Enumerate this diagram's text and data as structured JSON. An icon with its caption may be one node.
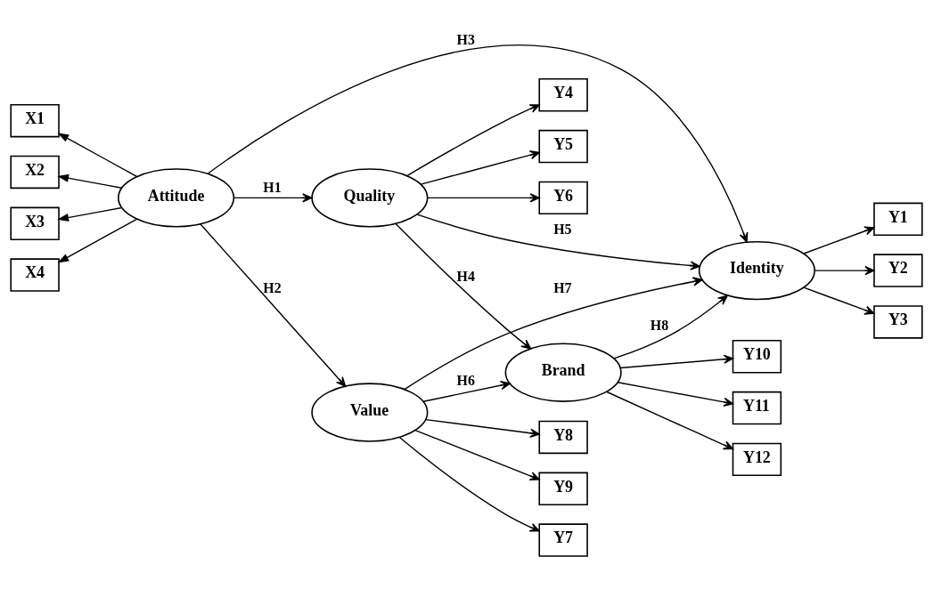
{
  "diagram": {
    "nodes": [
      {
        "text": [
          "Y4"
        ]
      },
      {
        "text": [
          "Y5"
        ]
      },
      {
        "text": [
          "Y6"
        ]
      },
      {
        "text": [
          "Y10"
        ]
      },
      {
        "text": [
          "Y11"
        ]
      },
      {
        "text": [
          "Y12"
        ]
      },
      {
        "text": [
          "Quality"
        ]
      },
      {
        "text": [
          "Brand"
        ]
      },
      {
        "text": [
          "X1"
        ]
      },
      {
        "text": [
          "X2"
        ]
      },
      {
        "text": [
          "X3"
        ]
      },
      {
        "text": [
          "X4"
        ]
      },
      {
        "text": [
          "Attitude"
        ]
      },
      {
        "text": [
          "Identity"
        ]
      },
      {
        "text": [
          "Y1"
        ]
      },
      {
        "text": [
          "Y2"
        ]
      },
      {
        "text": [
          "Y3"
        ]
      },
      {
        "text": [
          "Value"
        ]
      },
      {
        "text": [
          "Y7"
        ]
      },
      {
        "text": [
          "Y8"
        ]
      },
      {
        "text": [
          "Y9"
        ]
      }
    ],
    "edges": [
      {
        "from": 6,
        "to": 0,
        "arrow": "to"
      },
      {
        "from": 6,
        "to": 1,
        "arrow": "to"
      },
      {
        "from": 6,
        "to": 2,
        "arrow": "to"
      },
      {
        "from": 7,
        "to": 3,
        "arrow": "to"
      },
      {
        "from": 7,
        "to": 4,
        "arrow": "to"
      },
      {
        "from": 7,
        "to": 5,
        "arrow": "to"
      },
      {
        "from": 12,
        "to": 8,
        "arrow": "to"
      },
      {
        "from": 12,
        "to": 9,
        "arrow": "to"
      },
      {
        "from": 12,
        "to": 10,
        "arrow": "to"
      },
      {
        "from": 12,
        "to": 11,
        "arrow": "to"
      },
      {
        "from": 13,
        "to": 14,
        "arrow": "to"
      },
      {
        "from": 13,
        "to": 15,
        "arrow": "to"
      },
      {
        "from": 13,
        "to": 16,
        "arrow": "to"
      },
      {
        "from": 17,
        "to": 18,
        "arrow": "to"
      },
      {
        "from": 17,
        "to": 19,
        "arrow": "to"
      },
      {
        "from": 17,
        "to": 20,
        "arrow": "to"
      },
      {
        "from": 12,
        "to": 6,
        "arrow": "to",
        "label": "H1"
      },
      {
        "from": 12,
        "to": 17,
        "arrow": "to",
        "label": "H2"
      },
      {
        "from": 12,
        "to": 13,
        "arrow": "to",
        "label": "H3"
      },
      {
        "from": 6,
        "to": 7,
        "arrow": "to",
        "label": "H4"
      },
      {
        "from": 6,
        "to": 13,
        "arrow": "to",
        "label": "H5"
      },
      {
        "from": 17,
        "to": 7,
        "arrow": "to",
        "label": "H6"
      },
      {
        "from": 17,
        "to": 13,
        "arrow": "to",
        "label": "H7"
      },
      {
        "from": 7,
        "to": 13,
        "arrow": "to",
        "label": "H8"
      }
    ]
  }
}
